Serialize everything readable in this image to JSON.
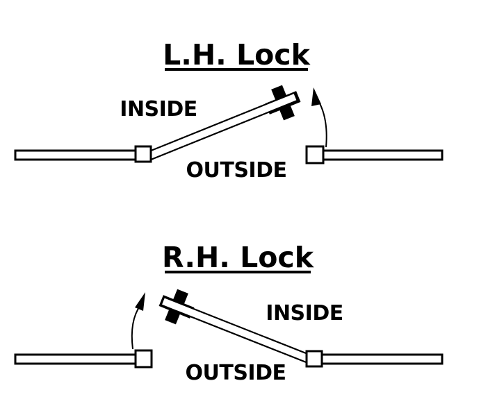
{
  "page": {
    "background_color": "#ffffff",
    "ink_color": "#000000"
  },
  "diagrams": [
    {
      "title": "L.H. Lock",
      "labels": {
        "inside": "INSIDE",
        "outside": "OUTSIDE"
      },
      "icons": [
        "lock-cylinder-icon",
        "swing-arrow-icon"
      ]
    },
    {
      "title": "R.H. Lock",
      "labels": {
        "inside": "INSIDE",
        "outside": "OUTSIDE"
      },
      "icons": [
        "lock-cylinder-icon",
        "swing-arrow-icon"
      ]
    }
  ]
}
